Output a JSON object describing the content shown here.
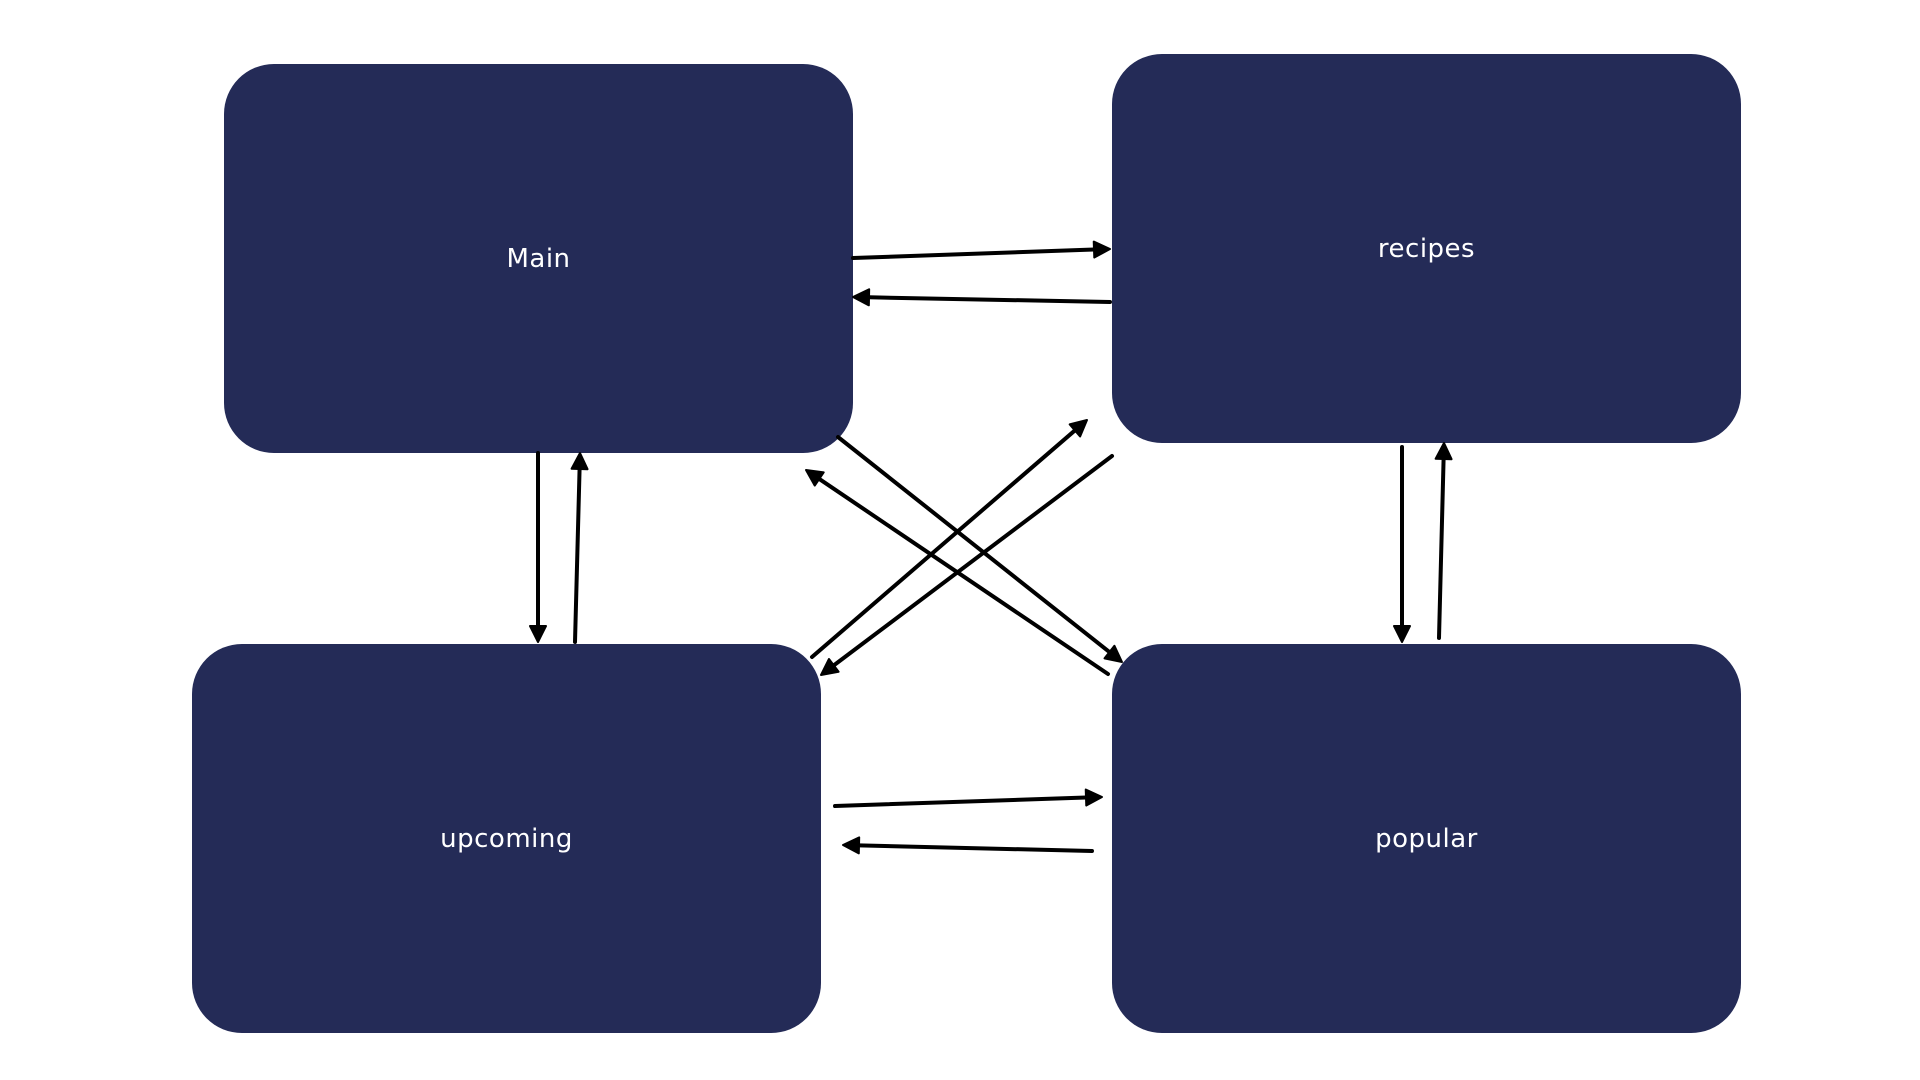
{
  "diagram": {
    "colors": {
      "node_fill": "#242b57",
      "node_text": "#ffffff",
      "arrow": "#000000",
      "background": "#ffffff"
    },
    "nodes": [
      {
        "id": "main",
        "label": "Main"
      },
      {
        "id": "recipes",
        "label": "recipes"
      },
      {
        "id": "upcoming",
        "label": "upcoming"
      },
      {
        "id": "popular",
        "label": "popular"
      }
    ],
    "edges": [
      {
        "from": "main",
        "to": "recipes"
      },
      {
        "from": "recipes",
        "to": "main"
      },
      {
        "from": "main",
        "to": "upcoming"
      },
      {
        "from": "upcoming",
        "to": "main"
      },
      {
        "from": "recipes",
        "to": "popular"
      },
      {
        "from": "popular",
        "to": "recipes"
      },
      {
        "from": "upcoming",
        "to": "popular"
      },
      {
        "from": "popular",
        "to": "upcoming"
      },
      {
        "from": "main",
        "to": "popular"
      },
      {
        "from": "popular",
        "to": "main"
      },
      {
        "from": "upcoming",
        "to": "recipes"
      },
      {
        "from": "recipes",
        "to": "upcoming"
      }
    ]
  }
}
